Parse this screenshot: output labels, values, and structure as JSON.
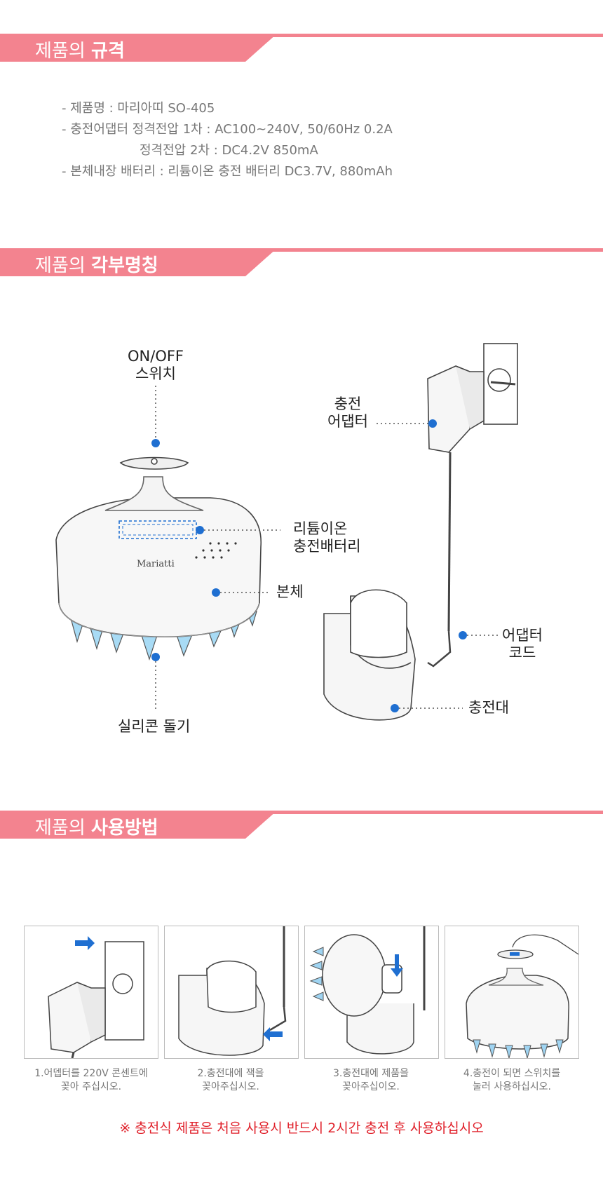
{
  "sections": {
    "spec": {
      "prefix": "제품의",
      "strong": "규격"
    },
    "parts": {
      "prefix": "제품의",
      "strong": "각부명칭"
    },
    "usage": {
      "prefix": "제품의",
      "strong": "사용방법"
    }
  },
  "specs": [
    "- 제품명 : 마리아띠 SO-405",
    "- 충전어댑터 정격전압 1차 : AC100~240V, 50/60Hz 0.2A",
    "정격전압 2차 : DC4.2V 850mA",
    "- 본체내장 배터리 : 리튬이온 충전 배터리 DC3.7V, 880mAh"
  ],
  "parts": {
    "switch": {
      "line1": "ON/OFF",
      "line2": "스위치"
    },
    "battery": {
      "line1": "리튬이온",
      "line2": "충전배터리"
    },
    "body": "본체",
    "bristles": "실리콘 돌기",
    "adapter": {
      "line1": "충전",
      "line2": "어댑터"
    },
    "cord": {
      "line1": "어댑터",
      "line2": "코드"
    },
    "dock": "충전대"
  },
  "product_print": "Mariatti",
  "steps": [
    {
      "line1": "1.어뎁터를 220V 콘센트에",
      "line2": "꽂아 주십시오."
    },
    {
      "line1": "2.충전대에 잭을",
      "line2": "꽂아주십시오."
    },
    {
      "line1": "3.충전대에 제품을",
      "line2": "꽂아주십이오."
    },
    {
      "line1": "4.충전이 되면 스위치를",
      "line2": "눌러 사용하십시오."
    }
  ],
  "notice": "※ 충전식 제품은 처음 사용시 반드시 2시간 충전 후 사용하십시오",
  "colors": {
    "accent": "#f3838f",
    "marker": "#1f6fd1",
    "notice": "#e0202a",
    "bristle": "#9fd4f2"
  }
}
